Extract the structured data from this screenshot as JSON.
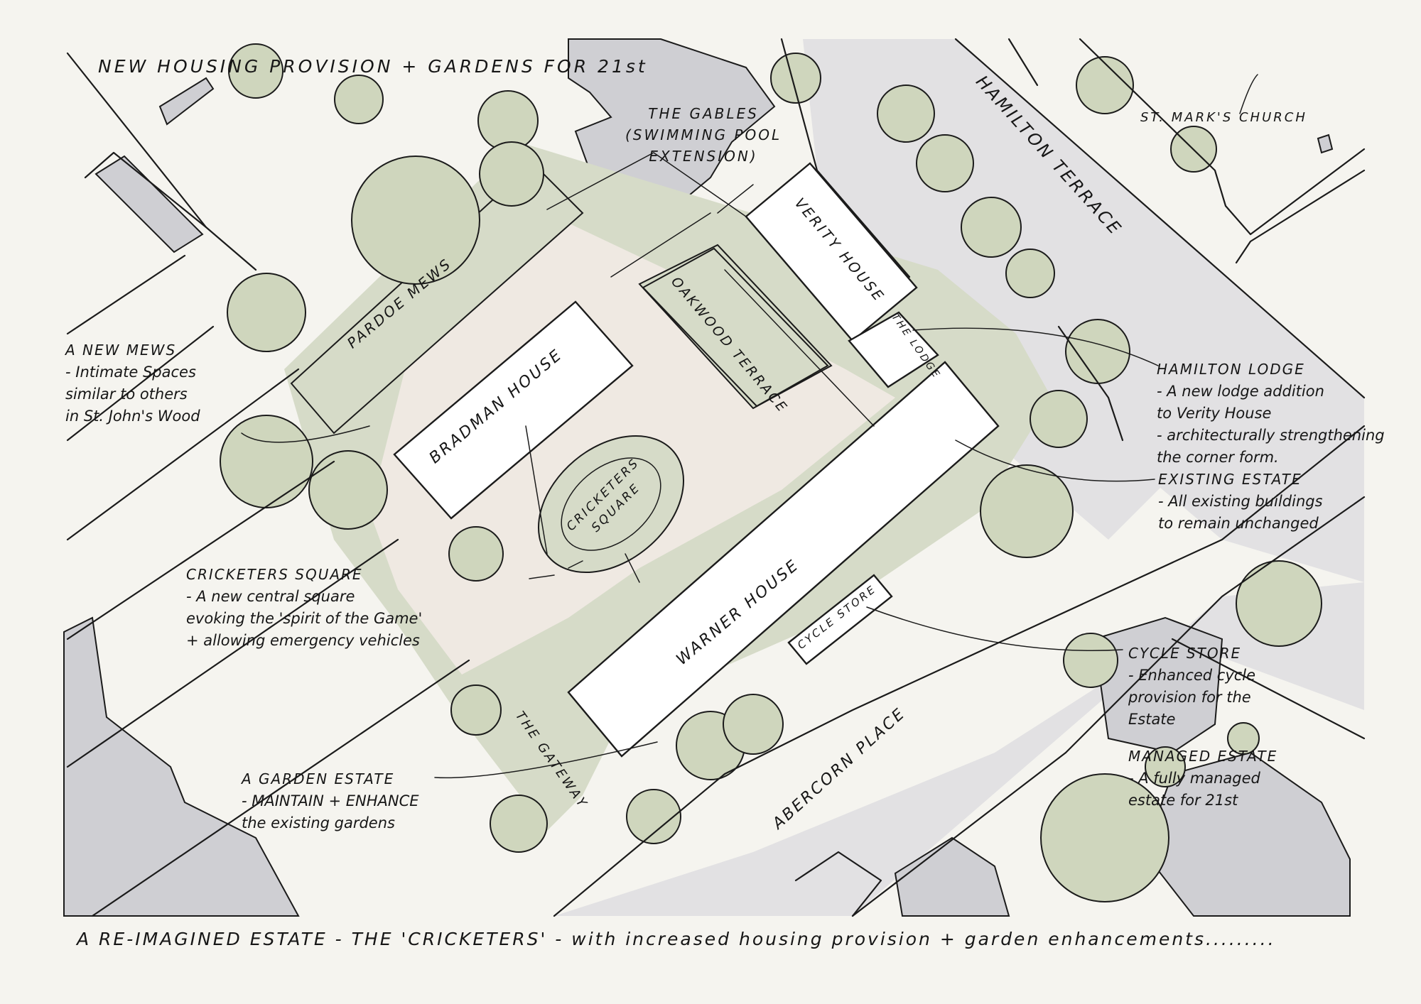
{
  "title": "NEW HOUSING PROVISION + GARDENS FOR 21st",
  "caption": "A RE-IMAGINED ESTATE - THE 'CRICKETERS' - with increased housing provision + garden enhancements.........",
  "colors": {
    "paper": "#f5f4ef",
    "greenery": "#d6dbc8",
    "tree_canopy": "#cfd6bd",
    "existing_buildings": "#cfcfd3",
    "street": "#e2e1e3",
    "paving": "#efe9e2",
    "new_building": "#ffffff",
    "ink": "#1b1b1b"
  },
  "map_labels": {
    "the_gables": [
      "THE GABLES",
      "(SWIMMING POOL",
      "EXTENSION)"
    ],
    "hamilton_terrace": "HAMILTON TERRACE",
    "st_marks_church": "ST. MARK'S CHURCH",
    "verity_house": "VERITY HOUSE",
    "the_lodge": "THE LODGE",
    "oakwood_terrace": "OAKWOOD TERRACE",
    "pardoe_mews": "PARDOE MEWS",
    "bradman_house": "BRADMAN HOUSE",
    "cricketers_square": [
      "CRICKETERS",
      "SQUARE"
    ],
    "warner_house": "WARNER HOUSE",
    "cycle_store": "CYCLE STORE",
    "the_gateway": "THE GATEWAY",
    "abercorn_place": "ABERCORN PLACE"
  },
  "annotations": {
    "new_mews": {
      "heading": "A NEW MEWS",
      "lines": [
        "- Intimate Spaces",
        "similar to others",
        "in St. John's Wood"
      ]
    },
    "cricketers_square": {
      "heading": "CRICKETERS SQUARE",
      "lines": [
        "- A new central square",
        "evoking the 'spirit of the Game'",
        "+ allowing emergency vehicles"
      ]
    },
    "garden_estate": {
      "heading": "A GARDEN ESTATE",
      "lines": [
        "- MAINTAIN + ENHANCE",
        "the existing gardens"
      ]
    },
    "hamilton_lodge": {
      "heading": "HAMILTON LODGE",
      "lines": [
        "- A new lodge addition",
        "to Verity House",
        "- architecturally strengthening",
        "the corner form."
      ]
    },
    "existing_estate": {
      "heading": "EXISTING ESTATE",
      "lines": [
        "- All existing buildings",
        "to remain unchanged"
      ]
    },
    "cycle_store": {
      "heading": "CYCLE STORE",
      "lines": [
        "- Enhanced cycle",
        "provision for the",
        "Estate"
      ]
    },
    "managed_estate": {
      "heading": "MANAGED ESTATE",
      "lines": [
        "- A fully managed",
        "estate for 21st"
      ]
    }
  }
}
